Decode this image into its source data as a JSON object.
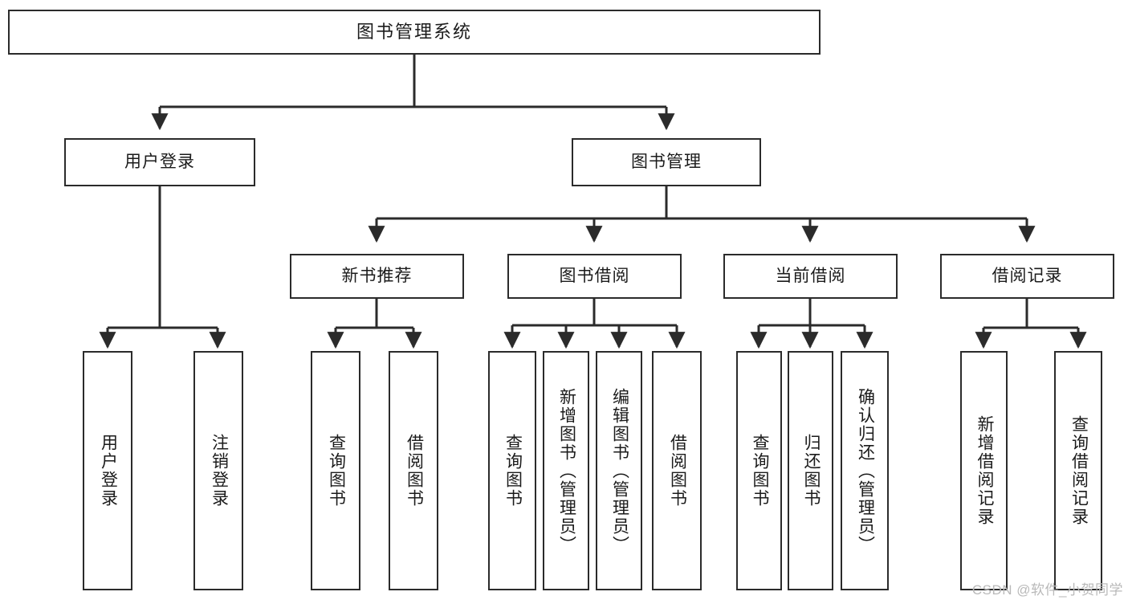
{
  "diagram": {
    "type": "tree",
    "title": "图书管理系统",
    "watermark": "CSDN @软件_小贺同学",
    "colors": {
      "box_border": "#2b2b2b",
      "box_fill": "#ffffff",
      "connector": "#2b2b2b",
      "text": "#1b1b1b",
      "watermark": "#b9b9b9",
      "background": "#ffffff"
    },
    "nodes": {
      "root": "图书管理系统",
      "level2": [
        {
          "label": "用户登录"
        },
        {
          "label": "图书管理"
        }
      ],
      "level3": [
        {
          "label": "新书推荐"
        },
        {
          "label": "图书借阅"
        },
        {
          "label": "当前借阅"
        },
        {
          "label": "借阅记录"
        }
      ],
      "leaves": {
        "user_login": [
          {
            "label": "用户登录"
          },
          {
            "label": "注销登录"
          }
        ],
        "new_book_recommend": [
          {
            "label": "查询图书"
          },
          {
            "label": "借阅图书"
          }
        ],
        "book_borrow": [
          {
            "label": "查询图书"
          },
          {
            "label": "新增图书（管理员）"
          },
          {
            "label": "编辑图书（管理员）"
          },
          {
            "label": "借阅图书"
          }
        ],
        "current_borrow": [
          {
            "label": "查询图书"
          },
          {
            "label": "归还图书"
          },
          {
            "label": "确认归还（管理员）"
          }
        ],
        "borrow_record": [
          {
            "label": "新增借阅记录"
          },
          {
            "label": "查询借阅记录"
          }
        ]
      }
    }
  }
}
